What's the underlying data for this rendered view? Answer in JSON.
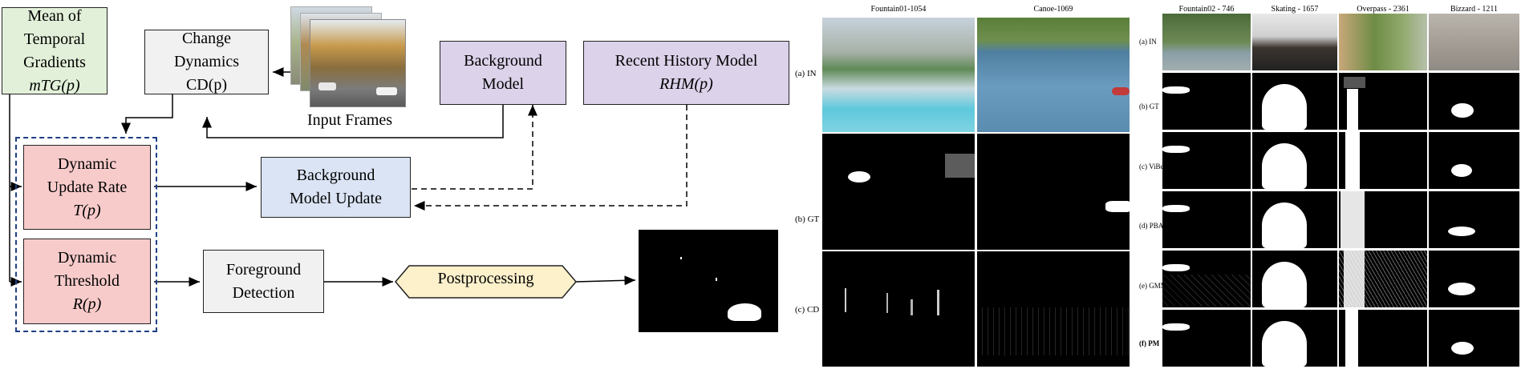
{
  "diagram": {
    "mtg": {
      "line1": "Mean of",
      "line2": "Temporal",
      "line3": "Gradients",
      "line4": "mTG(p)"
    },
    "cd": {
      "line1": "Change",
      "line2": "Dynamics",
      "line3": "CD(p)"
    },
    "bg_model": {
      "line1": "Background",
      "line2": "Model"
    },
    "rhm": {
      "line1": "Recent History Model",
      "line2": "RHM(p)"
    },
    "input_frames": "Input Frames",
    "update_rate": {
      "line1": "Dynamic",
      "line2": "Update Rate",
      "line3": "T(p)"
    },
    "threshold": {
      "line1": "Dynamic",
      "line2": "Threshold",
      "line3": "R(p)"
    },
    "bg_update": {
      "line1": "Background",
      "line2": "Model Update"
    },
    "fg_detect": {
      "line1": "Foreground",
      "line2": "Detection"
    },
    "postprocessing": "Postprocessing"
  },
  "panel_middle": {
    "columns": [
      "Fountain01-1054",
      "Canoe-1069"
    ],
    "rows": [
      "(a) IN",
      "(b) GT",
      "(c) CD"
    ]
  },
  "panel_right": {
    "columns": [
      "Fountain02 - 746",
      "Skating - 1657",
      "Overpass - 2361",
      "Bizzard - 1211"
    ],
    "rows": [
      "(a) IN",
      "(b) GT",
      "(c) ViBe",
      "(d) PBAS",
      "(e) GMM",
      "(f) PM"
    ]
  },
  "colors": {
    "green_box": "#e2f0d9",
    "purple_box": "#dcd2ea",
    "pink_box": "#f8cbcb",
    "blue_box": "#dbe4f4",
    "post_box": "#fdf1cc",
    "dashed_border": "#1f3f86"
  }
}
